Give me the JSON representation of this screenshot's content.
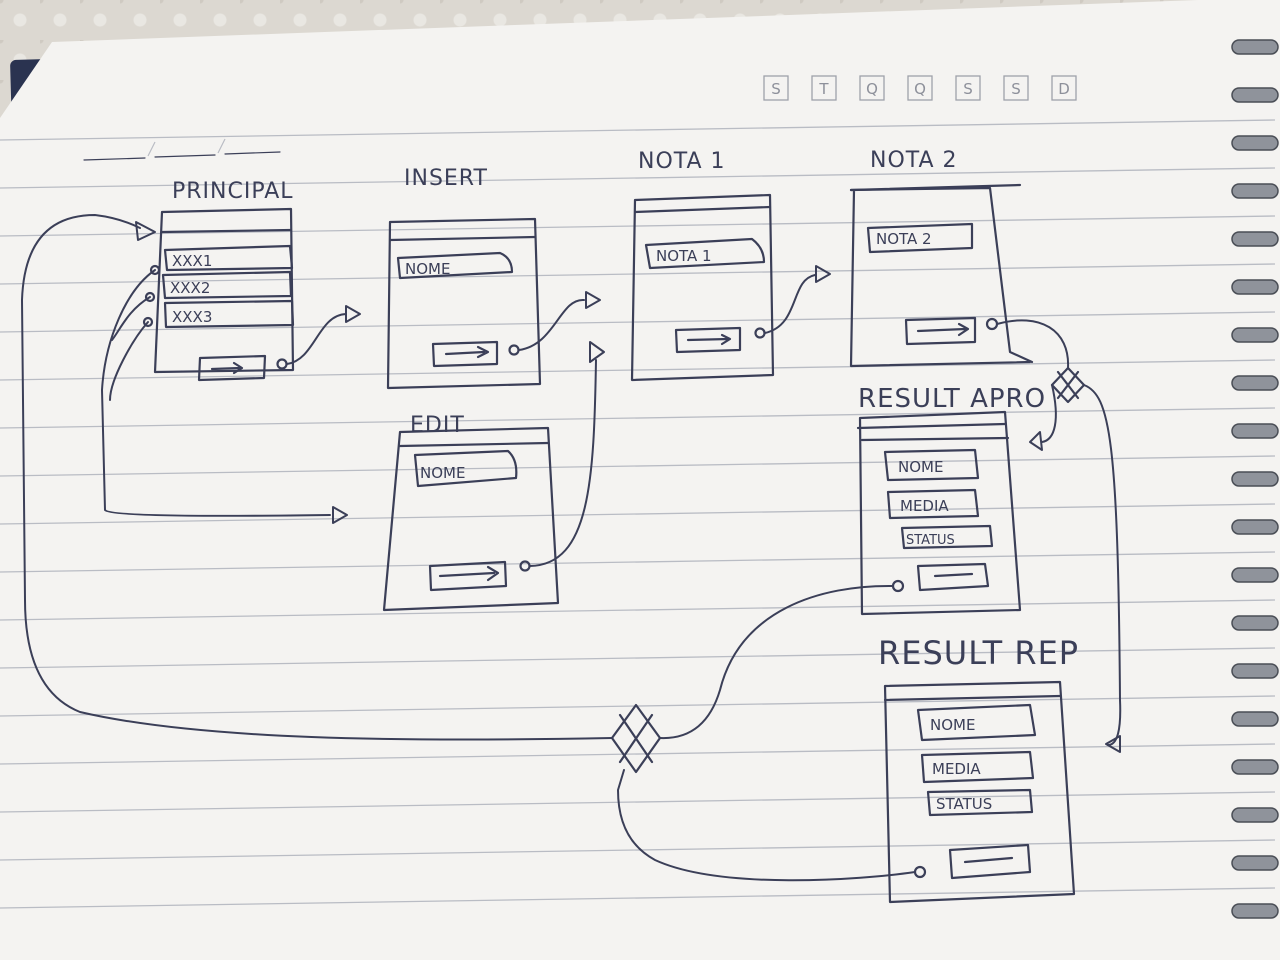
{
  "weekdays": [
    "S",
    "T",
    "Q",
    "Q",
    "S",
    "S",
    "D"
  ],
  "date_field": "__/__/__",
  "screens": {
    "principal": {
      "title": "PRINCIPAL",
      "items": [
        "XXX1",
        "XXX2",
        "XXX3"
      ]
    },
    "insert": {
      "title": "INSERT",
      "field": "NOME"
    },
    "edit": {
      "title": "EDIT",
      "field": "NOME"
    },
    "nota1": {
      "title": "NOTA 1",
      "field": "NOTA 1"
    },
    "nota2": {
      "title": "NOTA 2",
      "field": "NOTA 2"
    },
    "result_apro": {
      "title": "RESULT APRO",
      "fields": [
        "NOME",
        "MEDIA",
        "STATUS"
      ]
    },
    "result_rep": {
      "title": "RESULT REP",
      "fields": [
        "NOME",
        "MEDIA",
        "STATUS"
      ]
    }
  },
  "colors": {
    "ink": "#3b3f58",
    "paper": "#f4f3f1",
    "rule": "#b9bcc4",
    "cover": "#2a3350"
  }
}
